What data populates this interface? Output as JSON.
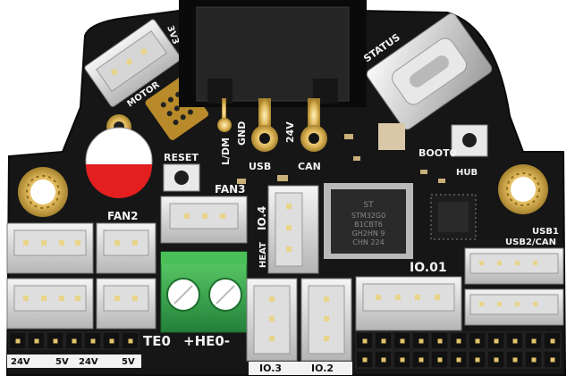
{
  "labels": {
    "v33": "3V3",
    "motor": "MOTOR",
    "status": "STATUS",
    "l_dm": "L/DM",
    "gnd": "GND",
    "v24_top": "24V",
    "usb": "USB",
    "can": "CAN",
    "reset": "RESET",
    "boot0": "BOOT0",
    "hub": "HUB",
    "fan3": "FAN3",
    "fan2": "FAN2",
    "io4": "IO.4",
    "heat": "HEAT",
    "io01": "IO.01",
    "usb1": "USB1",
    "usb2can": "USB2/CAN",
    "te0": "TE0",
    "he0": "+HE0-",
    "io3": "IO.3",
    "io2": "IO.2",
    "b_24v_1": "24V",
    "b_5v_1": "5V",
    "b_24v_2": "24V",
    "b_5v_2": "5V"
  },
  "chip": {
    "line1": "ST",
    "line2": "STM32G0",
    "line3": "B1CBT6",
    "line4": "GH2HN 9",
    "line5": "CHN 224"
  },
  "colors": {
    "board": "#1a1a1a",
    "silkscreen": "#f2f2f2",
    "terminal": "#3aa64a",
    "connector": "#cfcfcf",
    "gold": "#d9b24a"
  }
}
